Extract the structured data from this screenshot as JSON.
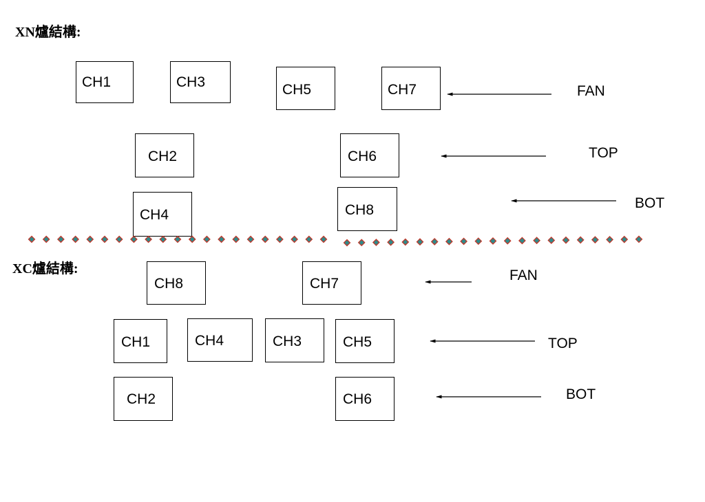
{
  "xn": {
    "title": "XN爐結構:",
    "channels": [
      "CH1",
      "CH3",
      "CH5",
      "CH7",
      "CH2",
      "CH6",
      "CH4",
      "CH8"
    ],
    "rows": [
      "FAN",
      "TOP",
      "BOT"
    ]
  },
  "xc": {
    "title": "XC爐結構:",
    "channels": [
      "CH8",
      "CH7",
      "CH1",
      "CH4",
      "CH3",
      "CH5",
      "CH2",
      "CH6"
    ],
    "rows": [
      "FAN",
      "TOP",
      "BOT"
    ]
  },
  "colors": {
    "separator_fill": "#2e8b8b",
    "separator_stroke": "#c0392b"
  }
}
